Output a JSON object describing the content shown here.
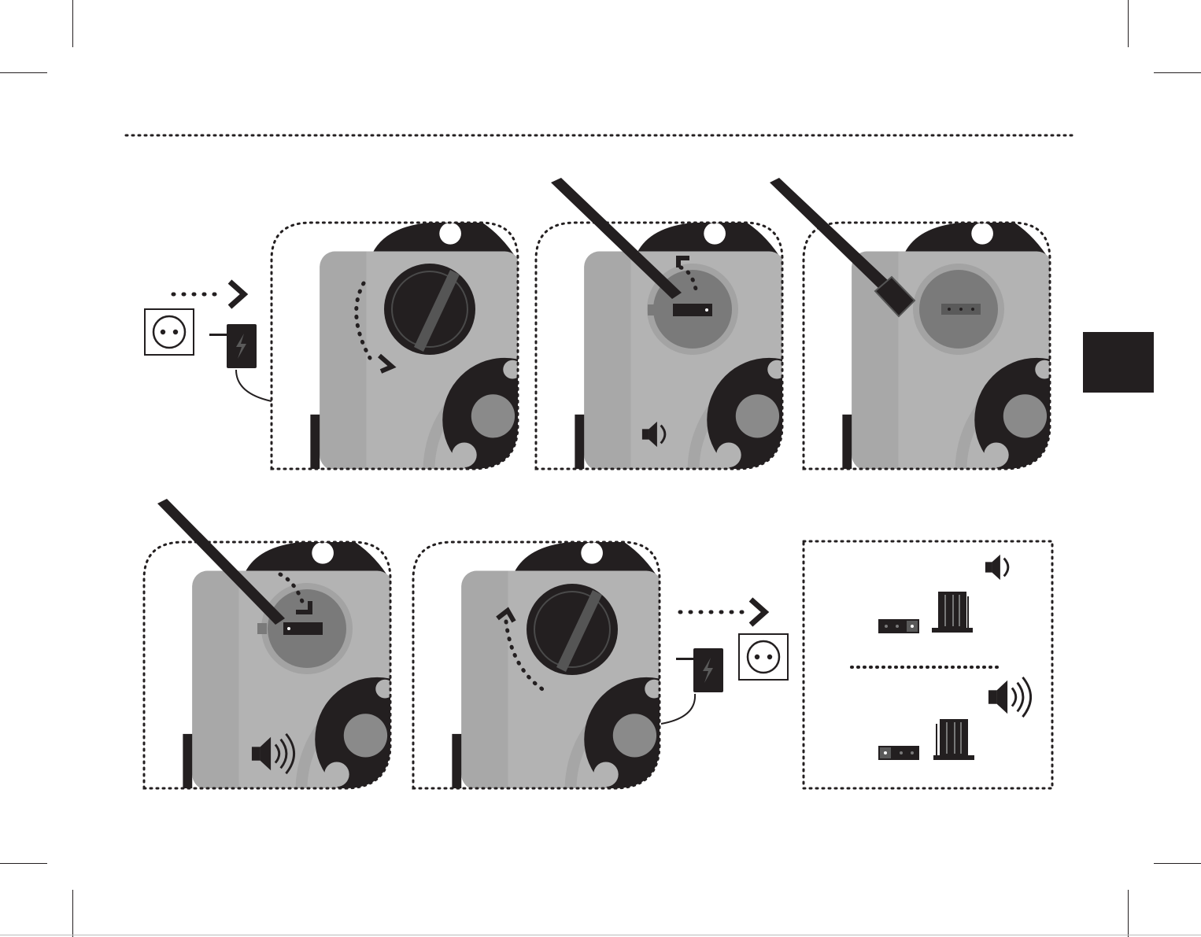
{
  "document": {
    "section_tab": "",
    "colors": {
      "ink": "#231f20",
      "device_body": "#b3b3b3",
      "device_side": "#a3a3a3",
      "device_dark_edge": "#231f20",
      "mid_gray": "#7a7a7a",
      "light_ring": "#9a9a9a",
      "white": "#ffffff"
    },
    "icons": {
      "outlet": "power-outlet-icon",
      "adapter": "power-adapter-icon",
      "arrow": "dotted-arrow-icon",
      "speaker_low": "speaker-low-volume-icon",
      "speaker_high": "speaker-high-volume-icon",
      "screwdriver": "screwdriver-icon",
      "jumper": "jumper-connector-icon"
    },
    "steps": [
      {
        "id": 1,
        "action": "unplug-and-open-cover",
        "cover": "closed",
        "rotation_arrow": "counterclockwise",
        "sound": "none"
      },
      {
        "id": 2,
        "action": "insert-tool",
        "cover": "open",
        "jumper": "left",
        "sound": "low"
      },
      {
        "id": 3,
        "action": "move-jumper",
        "cover": "open",
        "jumper": "removed",
        "sound": "none"
      },
      {
        "id": 4,
        "action": "insert-tool",
        "cover": "open",
        "jumper": "right",
        "sound": "high"
      },
      {
        "id": 5,
        "action": "close-cover-and-plug-in",
        "cover": "closed",
        "rotation_arrow": "clockwise",
        "sound": "none"
      }
    ],
    "legend": [
      {
        "sound": "low",
        "jumper_position": "right-pins"
      },
      {
        "sound": "high",
        "jumper_position": "left-pins"
      }
    ]
  }
}
